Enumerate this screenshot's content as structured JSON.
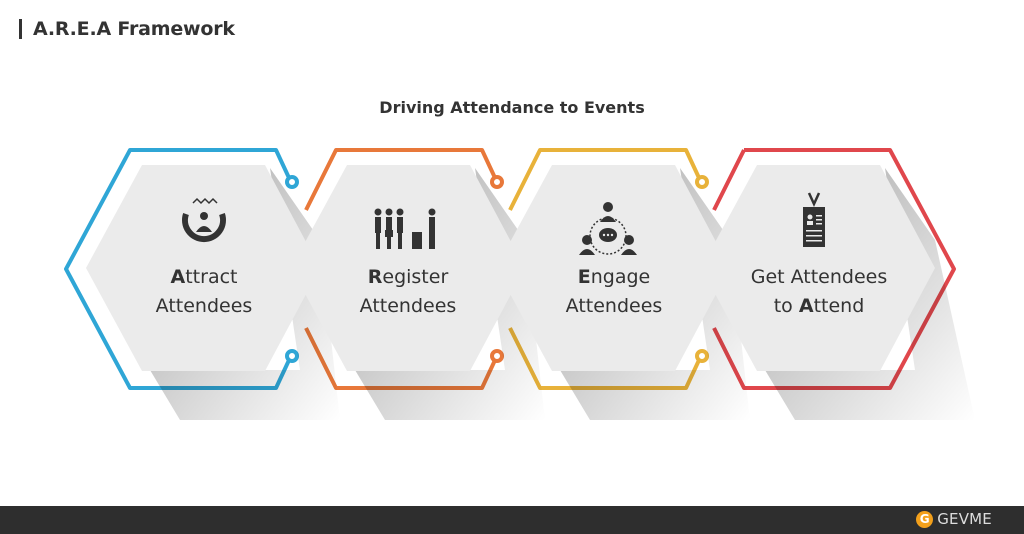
{
  "header": {
    "title": "A.R.E.A Framework"
  },
  "diagram": {
    "subtitle": "Driving Attendance to Events",
    "steps": [
      {
        "initial": "A",
        "line1_rest": "ttract",
        "line2": "Attendees",
        "icon": "target-person-icon",
        "color": "#2fa6d6"
      },
      {
        "initial": "R",
        "line1_rest": "egister",
        "line2": "Attendees",
        "icon": "registration-queue-icon",
        "color": "#e8783a"
      },
      {
        "initial": "E",
        "line1_rest": "ngage",
        "line2": "Attendees",
        "icon": "group-chat-icon",
        "color": "#e8b23a"
      },
      {
        "line1": "Get Attendees",
        "line2_pre": "to ",
        "initial": "A",
        "line2_rest": "ttend",
        "icon": "badge-lanyard-icon",
        "color": "#e0474c"
      }
    ]
  },
  "footer": {
    "brand_initial": "G",
    "brand_name": "GEVME",
    "brand_color": "#f3a01b"
  }
}
